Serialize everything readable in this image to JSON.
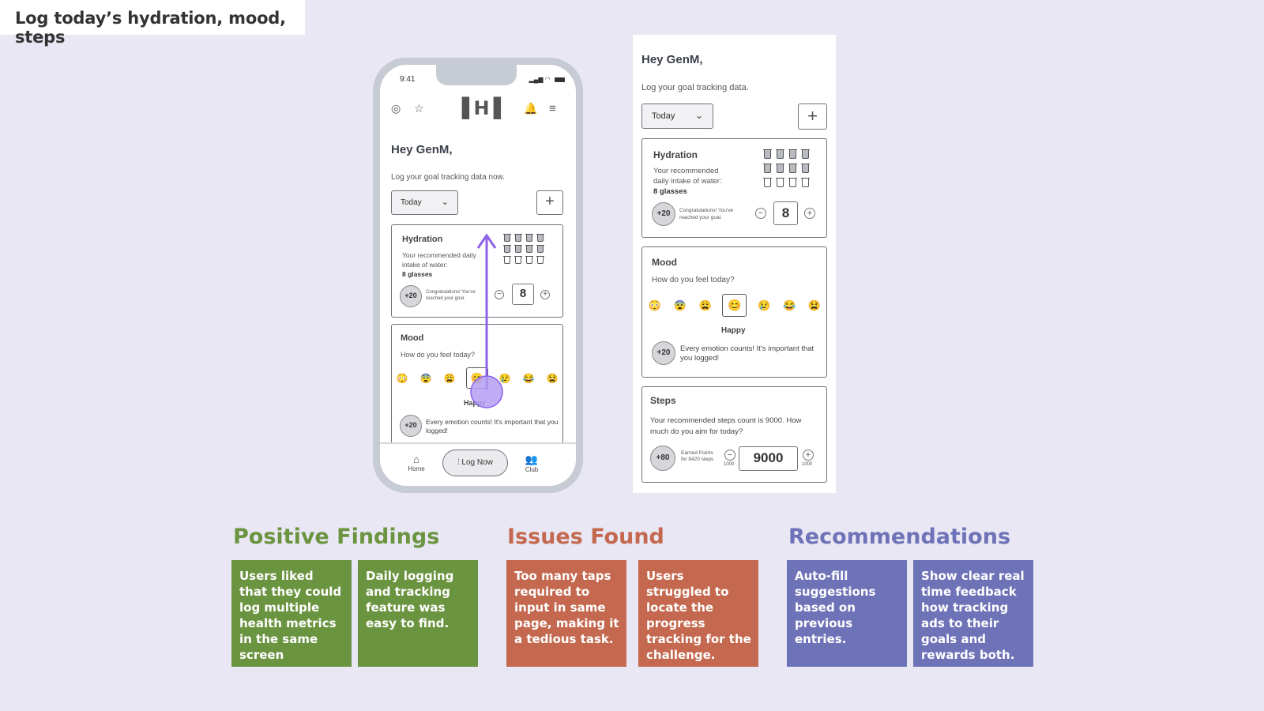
{
  "slide_title": "Log today’s hydration, mood, steps",
  "phone": {
    "status_time": "9:41",
    "greeting": "Hey GenM,",
    "subtitle": "Log your goal tracking data now.",
    "date_select": "Today",
    "hydration": {
      "title": "Hydration",
      "desc": "Your recommended daily intake of water:",
      "goal": "8 glasses",
      "points": "+20",
      "congrats": "Congratulations! You've reached your goal.",
      "count": "8"
    },
    "mood": {
      "title": "Mood",
      "question": "How do you feel today?",
      "emojis": [
        "😳",
        "😨",
        "😩",
        "😊",
        "😢",
        "😂",
        "😫"
      ],
      "selected_label": "Happy",
      "points": "+20",
      "message": "Every emotion counts! It's important that you logged!"
    },
    "nav": {
      "home": "Home",
      "log_now": "Log Now",
      "club": "Club"
    }
  },
  "panel": {
    "greeting": "Hey GenM,",
    "subtitle": "Log your goal tracking data.",
    "date_select": "Today",
    "hydration": {
      "title": "Hydration",
      "desc": "Your recommended daily intake of water:",
      "goal": "8 glasses",
      "points": "+20",
      "congrats": "Congratulations! You've reached your goal.",
      "count": "8"
    },
    "mood": {
      "title": "Mood",
      "question": "How do you feel today?",
      "emojis": [
        "😳",
        "😨",
        "😩",
        "😊",
        "😢",
        "😂",
        "😫"
      ],
      "selected_label": "Happy",
      "points": "+20",
      "message": "Every emotion counts! It's important that you logged!"
    },
    "steps": {
      "title": "Steps",
      "desc": "Your recommended steps count is 9000. How much do you aim for today?",
      "points": "+80",
      "earned": "Earned Points for 8420 steps",
      "count": "9000",
      "step_minus": "1000",
      "step_plus": "1000"
    }
  },
  "findings": {
    "positive": {
      "heading": "Positive Findings",
      "color": "#6b9440",
      "items": [
        "Users liked that they could log multiple health metrics in the same screen",
        "Daily logging and tracking feature was easy to find."
      ]
    },
    "issues": {
      "heading": "Issues Found",
      "color": "#c4694f",
      "items": [
        "Too many taps required to input in same page, making it a tedious task.",
        "Users struggled to locate the progress tracking for the challenge."
      ]
    },
    "recommendations": {
      "heading": "Recommendations",
      "color": "#6e73b8",
      "items": [
        "Auto-fill suggestions based on previous entries.",
        "Show clear real time feedback how tracking ads to their goals and rewards both."
      ]
    }
  }
}
